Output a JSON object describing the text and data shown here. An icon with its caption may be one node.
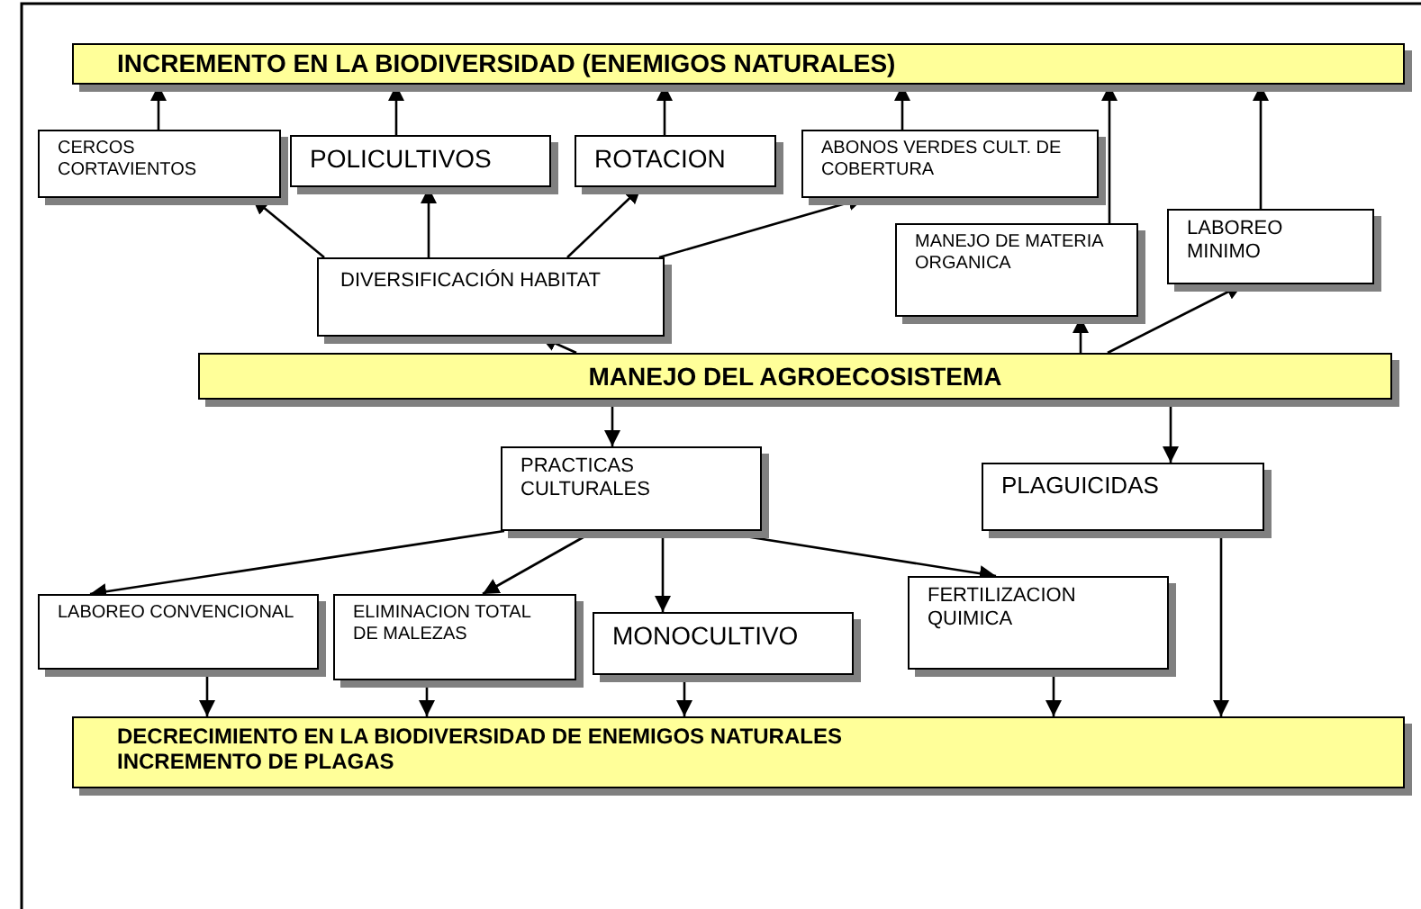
{
  "diagram": {
    "nodes": [
      {
        "text": [
          "INCREMENTO EN LA BIODIVERSIDAD (ENEMIGOS  NATURALES)"
        ]
      },
      {
        "text": [
          "CERCOS CORTAVIENTOS"
        ]
      },
      {
        "text": [
          "POLICULTIVOS"
        ]
      },
      {
        "text": [
          "ROTACION"
        ]
      },
      {
        "text": [
          "ABONOS VERDES CULT. DE  COBERTURA"
        ]
      },
      {
        "text": [
          "DIVERSIFICACIÓN HABITAT"
        ]
      },
      {
        "text": [
          "MANEJO DE MATERIA ORGANICA"
        ]
      },
      {
        "text": [
          "LABOREO MINIMO"
        ]
      },
      {
        "text": [
          "MANEJO DEL AGROECOSISTEMA"
        ]
      },
      {
        "text": [
          "PRACTICAS CULTURALES"
        ]
      },
      {
        "text": [
          "PLAGUICIDAS"
        ]
      },
      {
        "text": [
          "LABOREO CONVENCIONAL"
        ]
      },
      {
        "text": [
          "ELIMINACION TOTAL DE MALEZAS"
        ]
      },
      {
        "text": [
          "MONOCULTIVO"
        ]
      },
      {
        "text": [
          "FERTILIZACION QUIMICA"
        ]
      },
      {
        "text": [
          "DECRECIMIENTO EN LA BIODIVERSIDAD DE ENEMIGOS NATURALES",
          "INCREMENTO DE PLAGAS"
        ]
      }
    ],
    "edges": [
      {
        "from": 1,
        "to": 0,
        "arrow": "to"
      },
      {
        "from": 2,
        "to": 0,
        "arrow": "to"
      },
      {
        "from": 3,
        "to": 0,
        "arrow": "to"
      },
      {
        "from": 4,
        "to": 0,
        "arrow": "to"
      },
      {
        "from": 6,
        "to": 0,
        "arrow": "to"
      },
      {
        "from": 7,
        "to": 0,
        "arrow": "to"
      },
      {
        "from": 5,
        "to": 1,
        "arrow": "to"
      },
      {
        "from": 5,
        "to": 2,
        "arrow": "to"
      },
      {
        "from": 5,
        "to": 3,
        "arrow": "to"
      },
      {
        "from": 5,
        "to": 4,
        "arrow": "to"
      },
      {
        "from": 8,
        "to": 5,
        "arrow": "to"
      },
      {
        "from": 8,
        "to": 6,
        "arrow": "to"
      },
      {
        "from": 8,
        "to": 7,
        "arrow": "to"
      },
      {
        "from": 8,
        "to": 9,
        "arrow": "to"
      },
      {
        "from": 8,
        "to": 10,
        "arrow": "to"
      },
      {
        "from": 9,
        "to": 11,
        "arrow": "to"
      },
      {
        "from": 9,
        "to": 12,
        "arrow": "to"
      },
      {
        "from": 9,
        "to": 13,
        "arrow": "to"
      },
      {
        "from": 9,
        "to": 14,
        "arrow": "to"
      },
      {
        "from": 11,
        "to": 15,
        "arrow": "to"
      },
      {
        "from": 12,
        "to": 15,
        "arrow": "to"
      },
      {
        "from": 13,
        "to": 15,
        "arrow": "to"
      },
      {
        "from": 14,
        "to": 15,
        "arrow": "to"
      },
      {
        "from": 10,
        "to": 15,
        "arrow": "to"
      }
    ]
  }
}
